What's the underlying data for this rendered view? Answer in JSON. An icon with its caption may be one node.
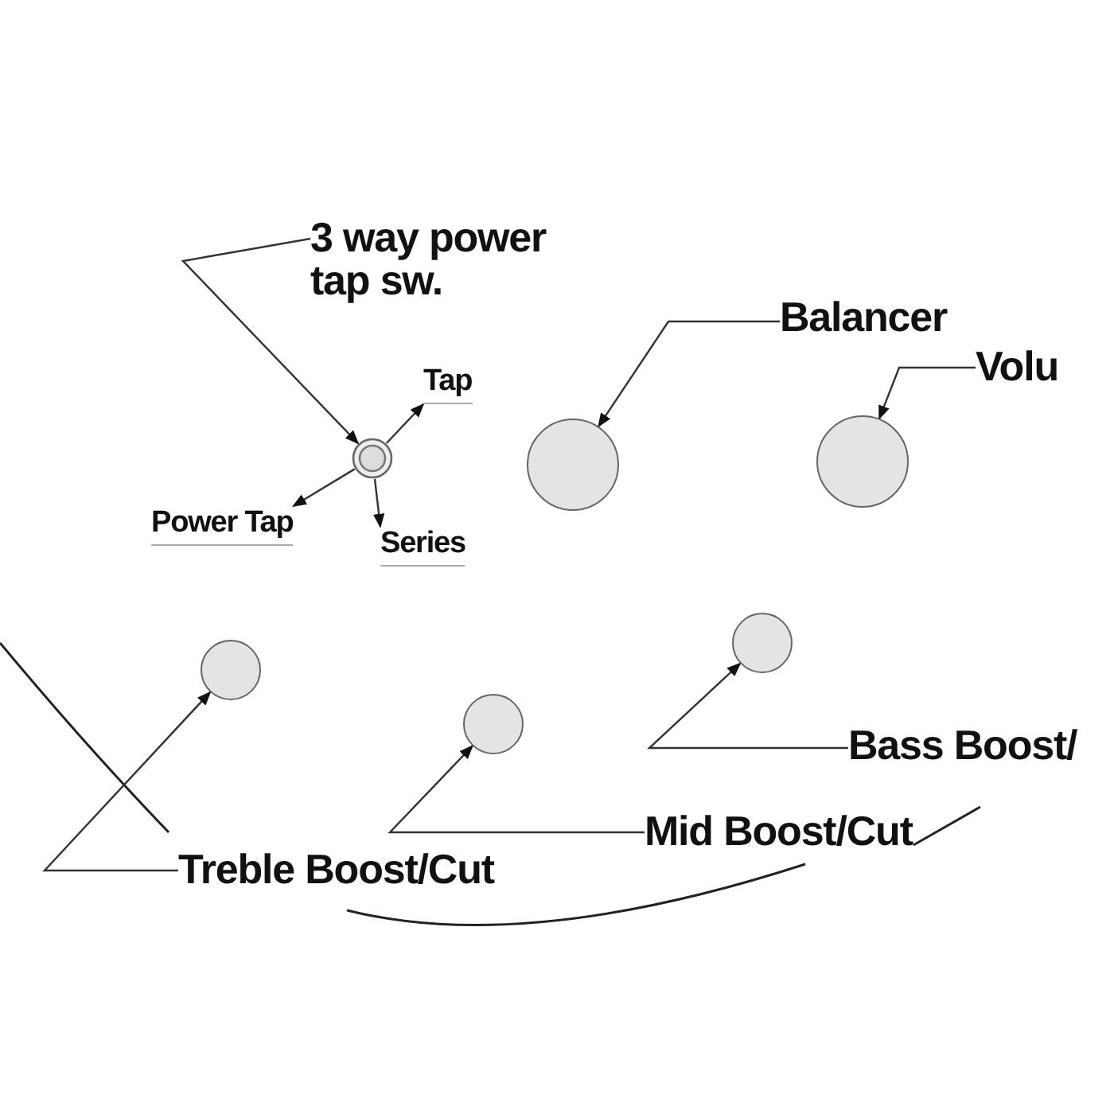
{
  "diagram": {
    "nodes": [
      {
        "text": [
          "3 way power tap sw."
        ]
      },
      {
        "text": [],
        "shape": "circle"
      },
      {
        "text": [
          "Tap"
        ]
      },
      {
        "text": [
          "Power Tap"
        ]
      },
      {
        "text": [
          "Series"
        ]
      },
      {
        "text": [
          "Balancer"
        ]
      },
      {
        "text": [],
        "shape": "circle"
      },
      {
        "text": [
          "Volu"
        ]
      },
      {
        "text": [],
        "shape": "circle"
      },
      {
        "text": [],
        "shape": "circle"
      },
      {
        "text": [],
        "shape": "circle"
      },
      {
        "text": [],
        "shape": "circle"
      },
      {
        "text": [
          "Treble Boost/Cut"
        ]
      },
      {
        "text": [
          "Mid Boost/Cut"
        ]
      },
      {
        "text": [
          "Bass Boost/"
        ]
      }
    ],
    "edges": [
      {
        "from": 0,
        "to": 1,
        "arrow": "to"
      },
      {
        "from": 1,
        "to": 2,
        "arrow": "to"
      },
      {
        "from": 1,
        "to": 3,
        "arrow": "to"
      },
      {
        "from": 1,
        "to": 4,
        "arrow": "to"
      },
      {
        "from": 5,
        "to": 6,
        "arrow": "to"
      },
      {
        "from": 7,
        "to": 8,
        "arrow": "to"
      },
      {
        "from": 12,
        "to": 9,
        "arrow": "to"
      },
      {
        "from": 13,
        "to": 10,
        "arrow": "to"
      },
      {
        "from": 14,
        "to": 11,
        "arrow": "to"
      }
    ]
  }
}
